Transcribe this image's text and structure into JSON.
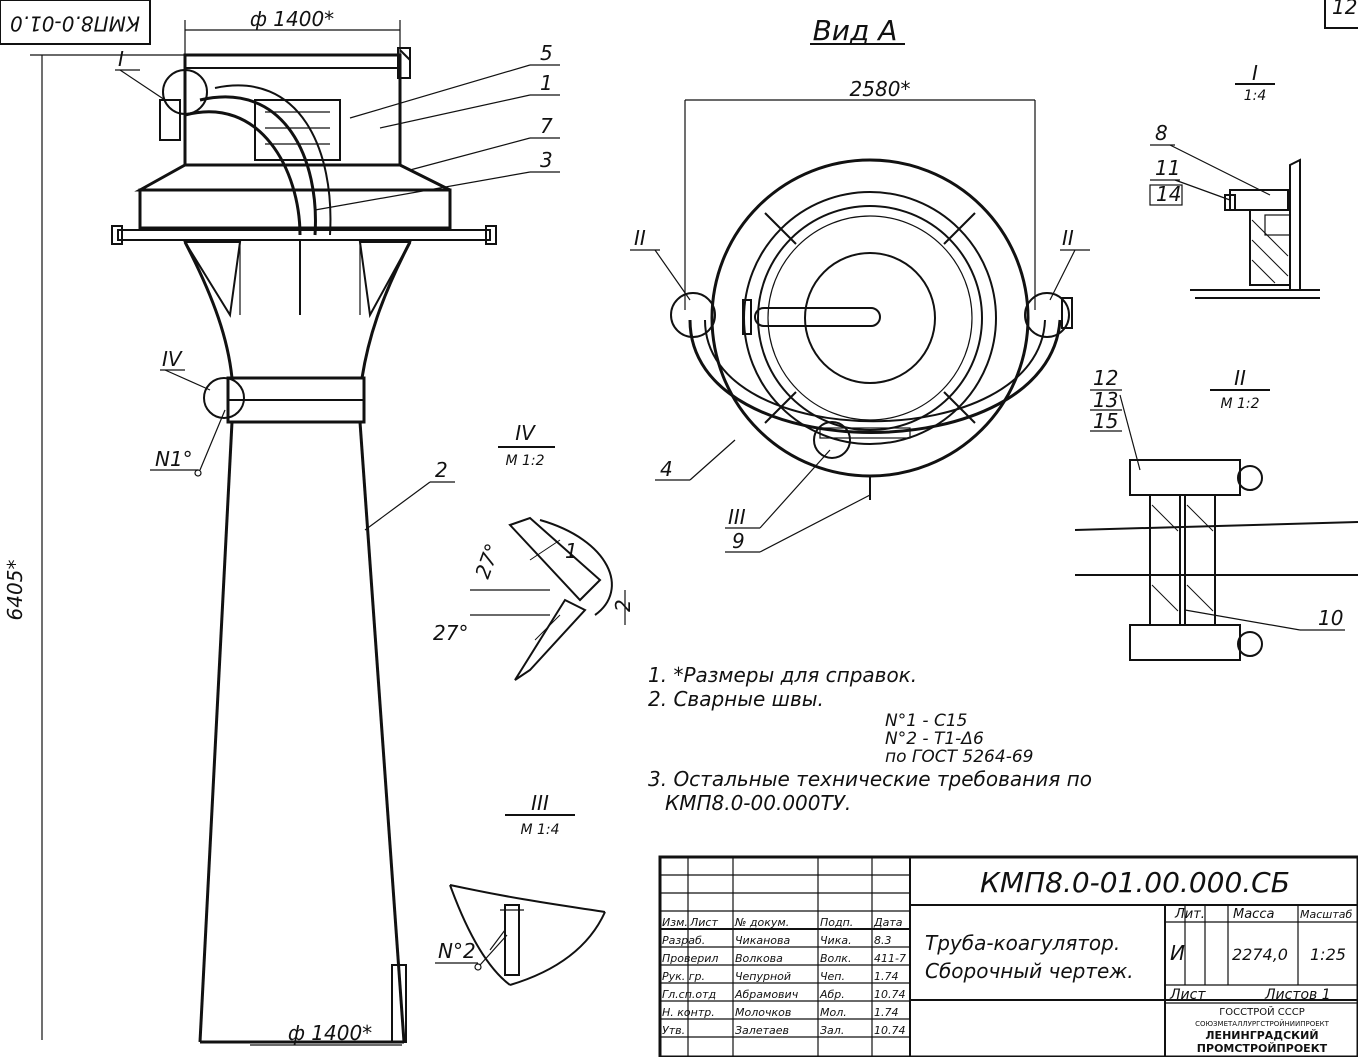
{
  "drawing": {
    "code_rotated": "КМП8.0-01.0",
    "sheet_number": "12",
    "view_title": "Вид А",
    "dims": {
      "top_diameter": "ф 1400*",
      "bottom_diameter": "ф 1400*",
      "height": "6405*",
      "view_width": "2580*"
    },
    "positions": [
      "5",
      "1",
      "7",
      "3",
      "2",
      "4",
      "9",
      "8",
      "11",
      "14",
      "12",
      "13",
      "15",
      "10"
    ],
    "details": {
      "d1": {
        "roman": "I",
        "scale": "1:4"
      },
      "d2": {
        "roman": "II",
        "scale": "М 1:2"
      },
      "d3": {
        "roman": "III",
        "scale": "М 1:4"
      },
      "d4": {
        "roman": "IV",
        "scale": "М 1:2"
      }
    },
    "weld_marks": {
      "n1": "N1°",
      "n2": "N°2"
    },
    "weld_detail": {
      "angle1": "27°",
      "angle2": "27°",
      "gap": "2",
      "leg": "1"
    }
  },
  "notes": {
    "n1": "1. *Размеры для справок.",
    "n2": "2. Сварные швы.",
    "n2a": "N°1 - C15",
    "n2b": "N°2 - T1-Δ6",
    "n2c": "по ГОСТ 5264-69",
    "n3": "3. Остальные технические требования по",
    "n3b": "КМП8.0-00.000ТУ."
  },
  "title_block": {
    "doc_code": "КМП8.0-01.00.000.СБ",
    "name_line1": "Труба-коагулятор.",
    "name_line2": "Сборочный чертеж.",
    "header_cols": [
      "Изм.",
      "Лист",
      "№ докум.",
      "Подп.",
      "Дата"
    ],
    "rows": [
      {
        "role": "Разраб.",
        "name": "Чиканова",
        "sign": "Чика.",
        "date": "8.3"
      },
      {
        "role": "Проверил",
        "name": "Волкова",
        "sign": "Волк.",
        "date": "411-7"
      },
      {
        "role": "Рук. гр.",
        "name": "Чепурной",
        "sign": "Чеп.",
        "date": "1.74"
      },
      {
        "role": "Гл.сп.отд",
        "name": "Абрамович",
        "sign": "Абр.",
        "date": "10.74"
      },
      {
        "role": "Н. контр.",
        "name": "Молочков",
        "sign": "Мол.",
        "date": "1.74"
      },
      {
        "role": "Утв.",
        "name": "Залетаев",
        "sign": "Зал.",
        "date": "10.74"
      }
    ],
    "lit_label": "Лит.",
    "lit_value": "И",
    "mass_label": "Масса",
    "mass_value": "2274,0",
    "scale_label": "Масштаб",
    "scale_value": "1:25",
    "sheet_label": "Лист",
    "sheets_label": "Листов 1",
    "org1": "ГОССТРОЙ СССР",
    "org2": "СОЮЗМЕТАЛЛУРГСТРОЙНИИПРОЕКТ",
    "org3": "ЛЕНИНГРАДСКИЙ",
    "org4": "ПРОМСТРОЙПРОЕКТ"
  }
}
